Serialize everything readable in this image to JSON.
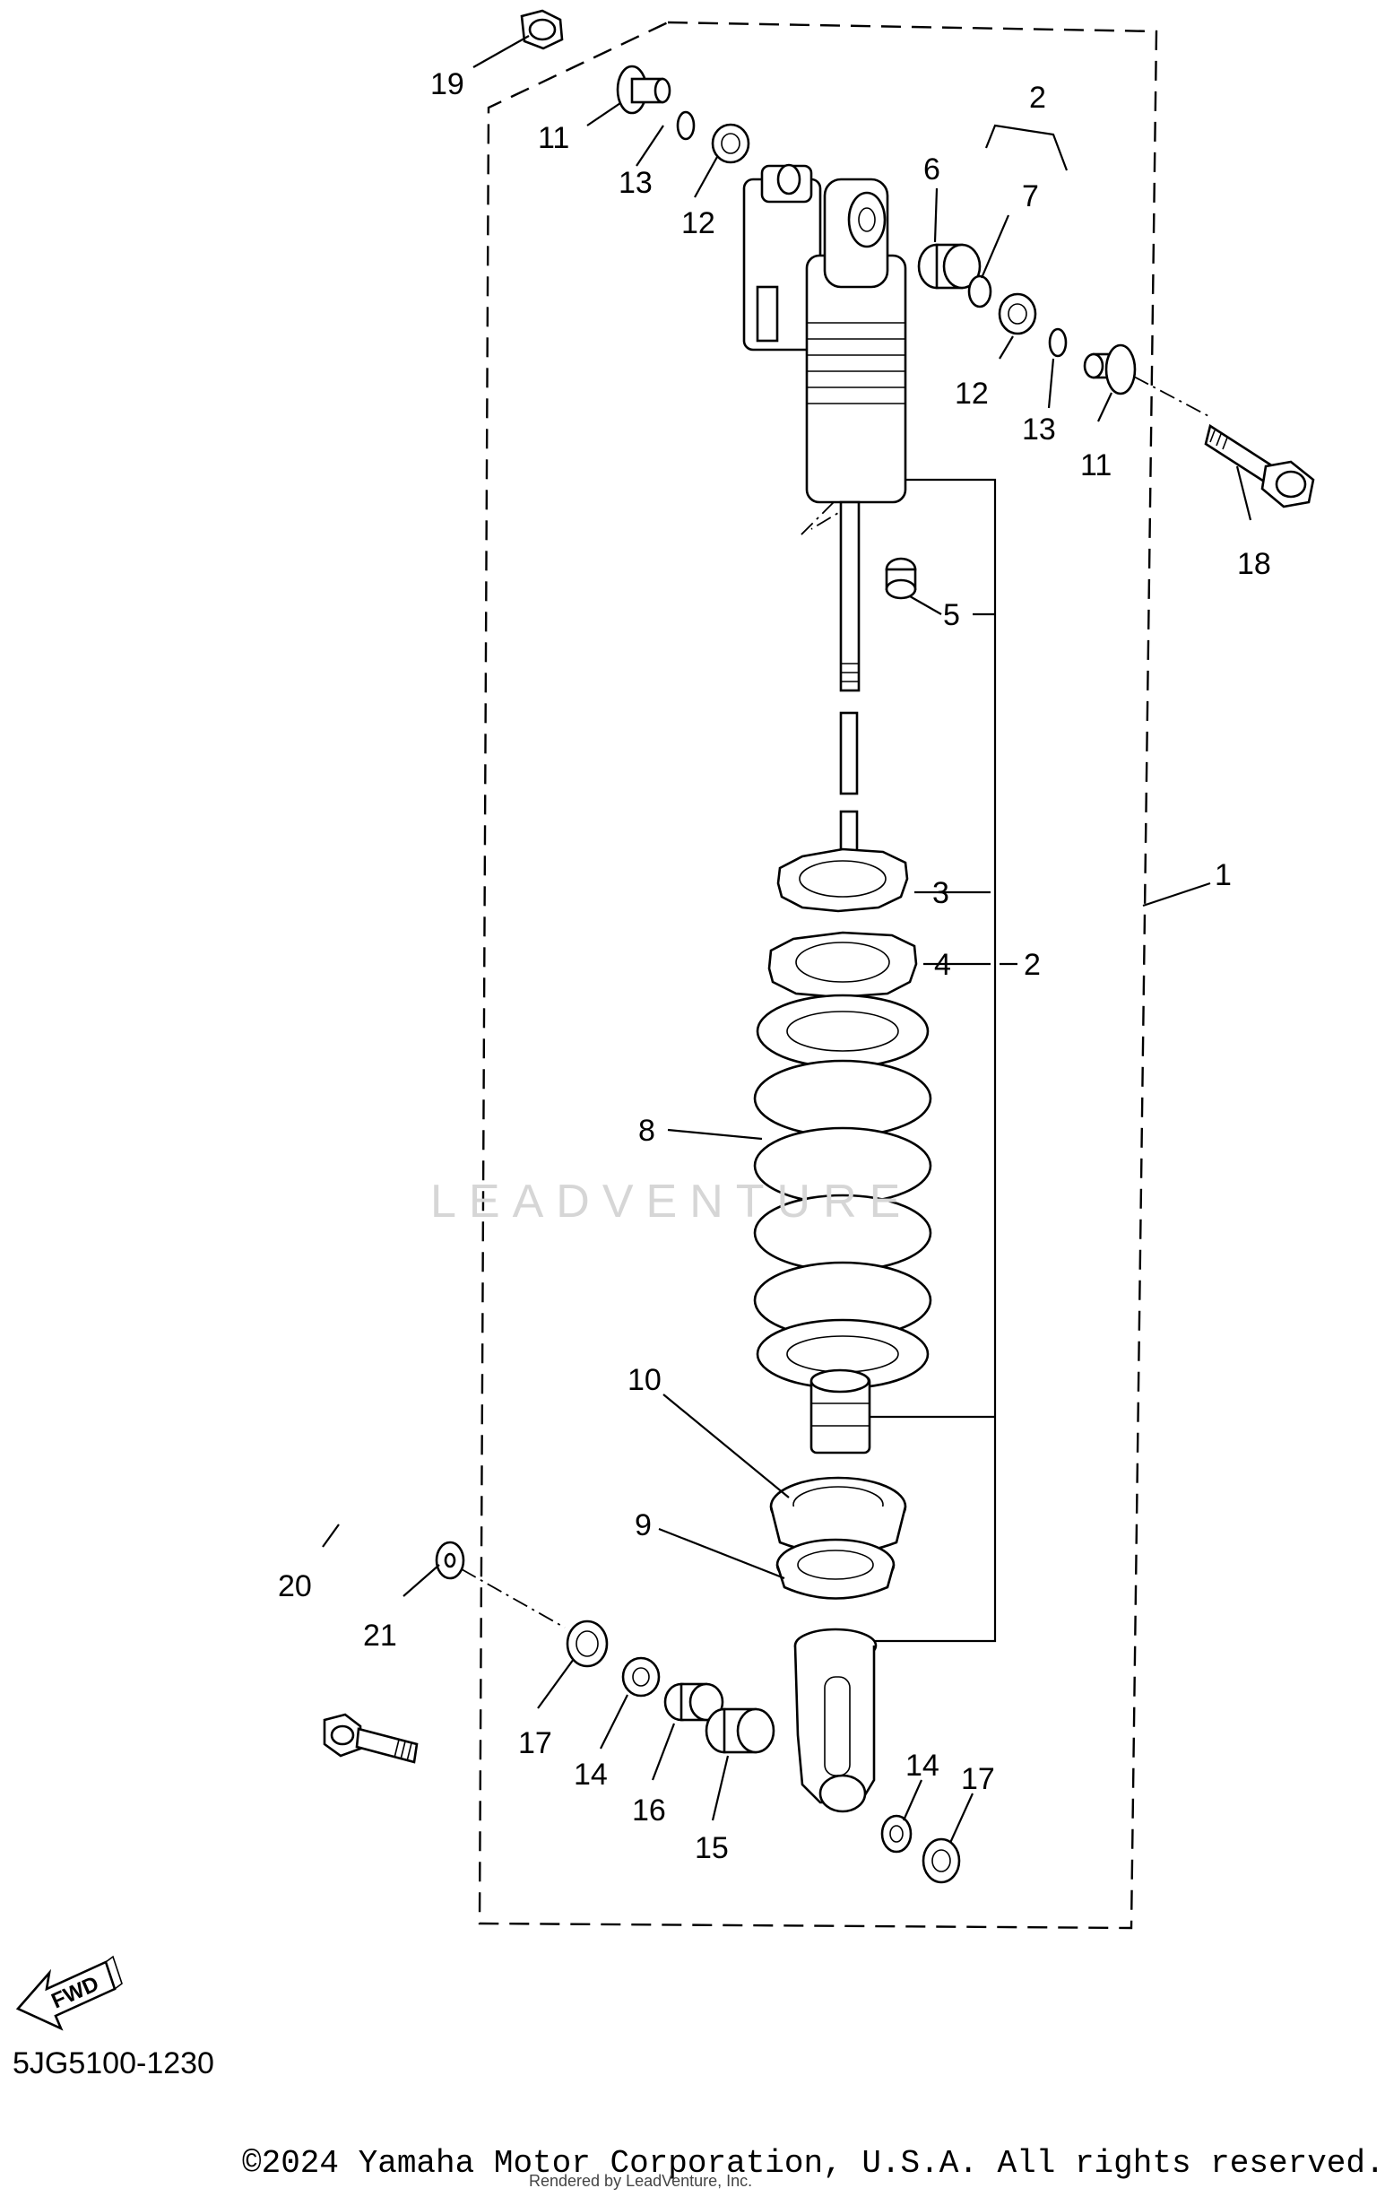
{
  "diagram": {
    "code": "5JG5100-1230",
    "copyright": "©2024 Yamaha Motor Corporation, U.S.A. All rights reserved.",
    "rendered_by": "Rendered by LeadVenture, Inc.",
    "watermark": "LEADVENTURE",
    "fwd_label": "FWD",
    "callouts": {
      "c1": "1",
      "c2_top": "2",
      "c2_mid": "2",
      "c3": "3",
      "c4": "4",
      "c5": "5",
      "c6": "6",
      "c7": "7",
      "c8": "8",
      "c9": "9",
      "c10": "10",
      "c11_left": "11",
      "c11_right": "11",
      "c12_left": "12",
      "c12_right": "12",
      "c13_left": "13",
      "c13_right": "13",
      "c14_left": "14",
      "c14_right": "14",
      "c15": "15",
      "c16": "16",
      "c17_left": "17",
      "c17_right": "17",
      "c18": "18",
      "c19": "19",
      "c20": "20",
      "c21": "21"
    }
  }
}
